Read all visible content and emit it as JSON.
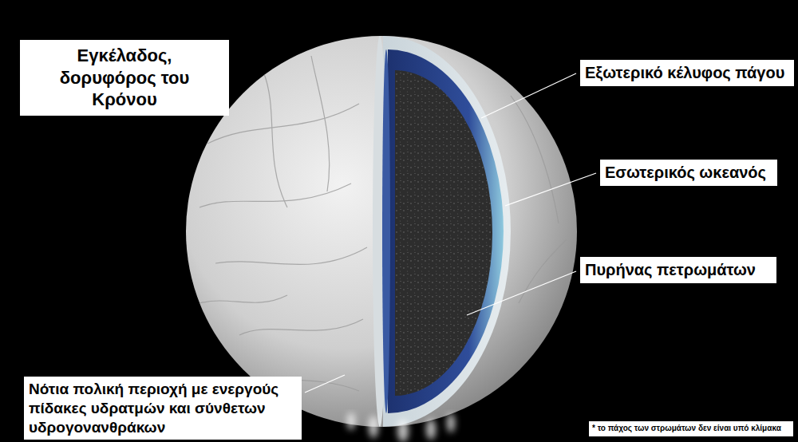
{
  "diagram": {
    "nodes": [
      {
        "text": [
          "Εγκέλαδος, δορυφόρος του Κρόνου"
        ]
      },
      {
        "text": [
          "Εξωτερικό κέλυφος πάγου"
        ]
      },
      {
        "text": [
          "Εσωτερικός ωκεανός"
        ]
      },
      {
        "text": [
          "Πυρήνας πετρωμάτων"
        ]
      },
      {
        "text": [
          "Νότια πολική περιοχή με ενεργούς πίδακες υδρατμών και σύνθετων υδρογονανθράκων"
        ]
      },
      {
        "text": [
          "* το πάχος των στρωμάτων δεν είναι υπό κλίμακα"
        ]
      }
    ]
  }
}
